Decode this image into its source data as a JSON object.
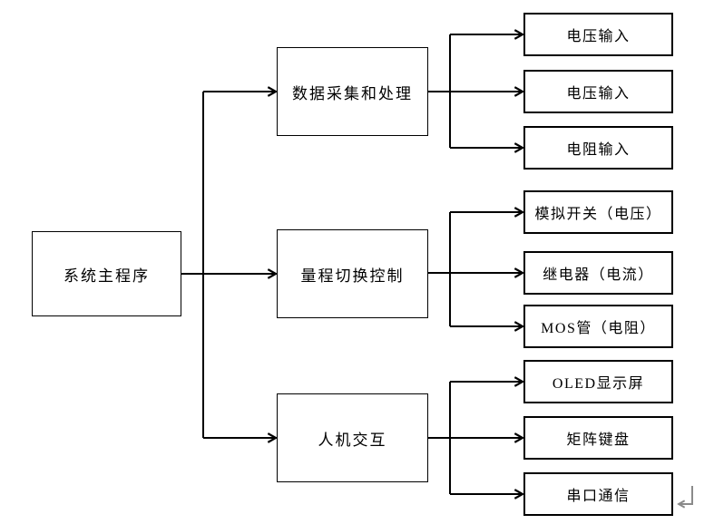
{
  "diagram": {
    "type": "tree-block-diagram",
    "root": {
      "label": "系统主程序"
    },
    "branches": [
      {
        "label": "数据采集和处理",
        "children": [
          {
            "label": "电压输入"
          },
          {
            "label": "电压输入"
          },
          {
            "label": "电阻输入"
          }
        ]
      },
      {
        "label": "量程切换控制",
        "children": [
          {
            "label": "模拟开关（电压）"
          },
          {
            "label": "继电器（电流）"
          },
          {
            "label": "MOS管（电阻）"
          }
        ]
      },
      {
        "label": "人机交互",
        "children": [
          {
            "label": "OLED显示屏"
          },
          {
            "label": "矩阵键盘"
          },
          {
            "label": "串口通信"
          }
        ]
      }
    ],
    "colors": {
      "line": "#000000",
      "box_border": "#000000",
      "box_fill": "#ffffff",
      "text": "#000000",
      "return_mark": "#8a8a8a"
    },
    "return_mark_glyph": "↵"
  }
}
